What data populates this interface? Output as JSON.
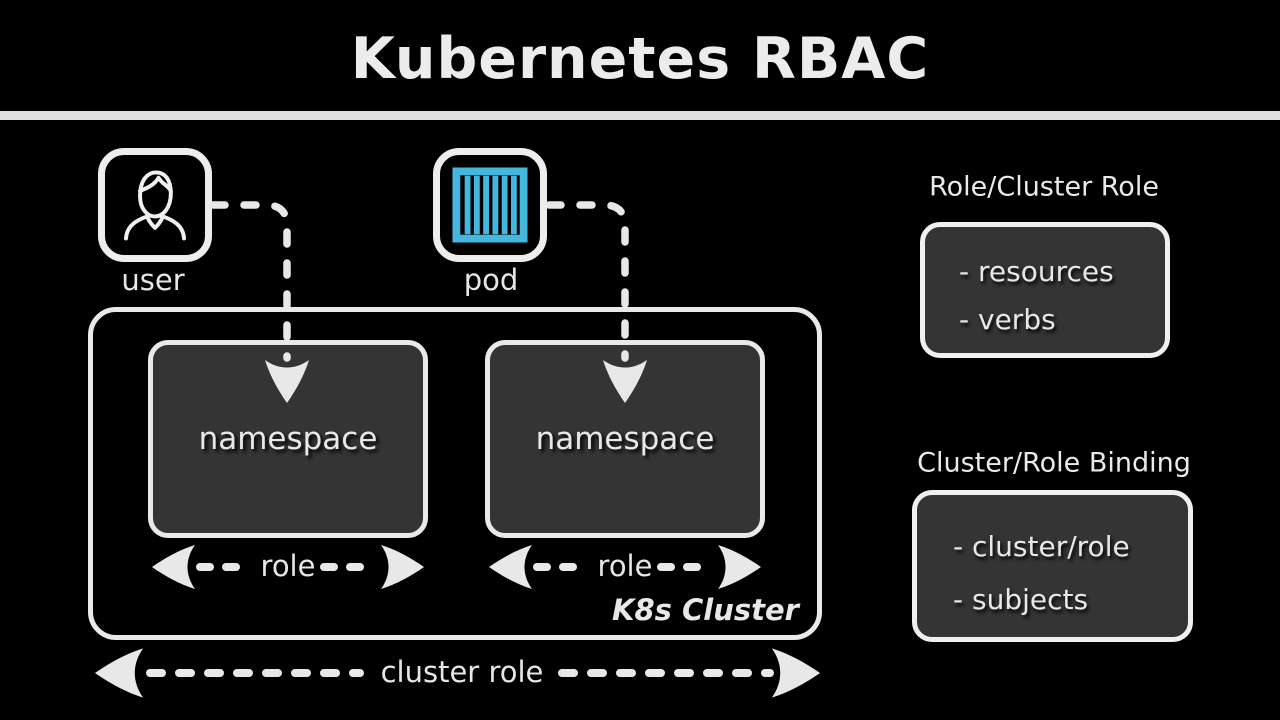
{
  "title": "Kubernetes RBAC",
  "diagram": {
    "user_label": "user",
    "pod_label": "pod",
    "namespaces": [
      "namespace",
      "namespace"
    ],
    "role_labels": [
      "role",
      "role"
    ],
    "cluster_label": "K8s Cluster",
    "cluster_role_label": "cluster role"
  },
  "legend": {
    "role_section": {
      "heading": "Role/Cluster Role",
      "items": [
        "- resources",
        "- verbs"
      ]
    },
    "binding_section": {
      "heading": "Cluster/Role Binding",
      "items": [
        "- cluster/role",
        "- subjects"
      ]
    }
  },
  "icons": {
    "user": "person-icon",
    "pod": "container-icon"
  },
  "colors": {
    "background": "#000000",
    "stroke": "#e8e8e8",
    "panel_fill": "#343434",
    "divider": "#e0e0e0",
    "pod_accent": "#45b6dd"
  }
}
